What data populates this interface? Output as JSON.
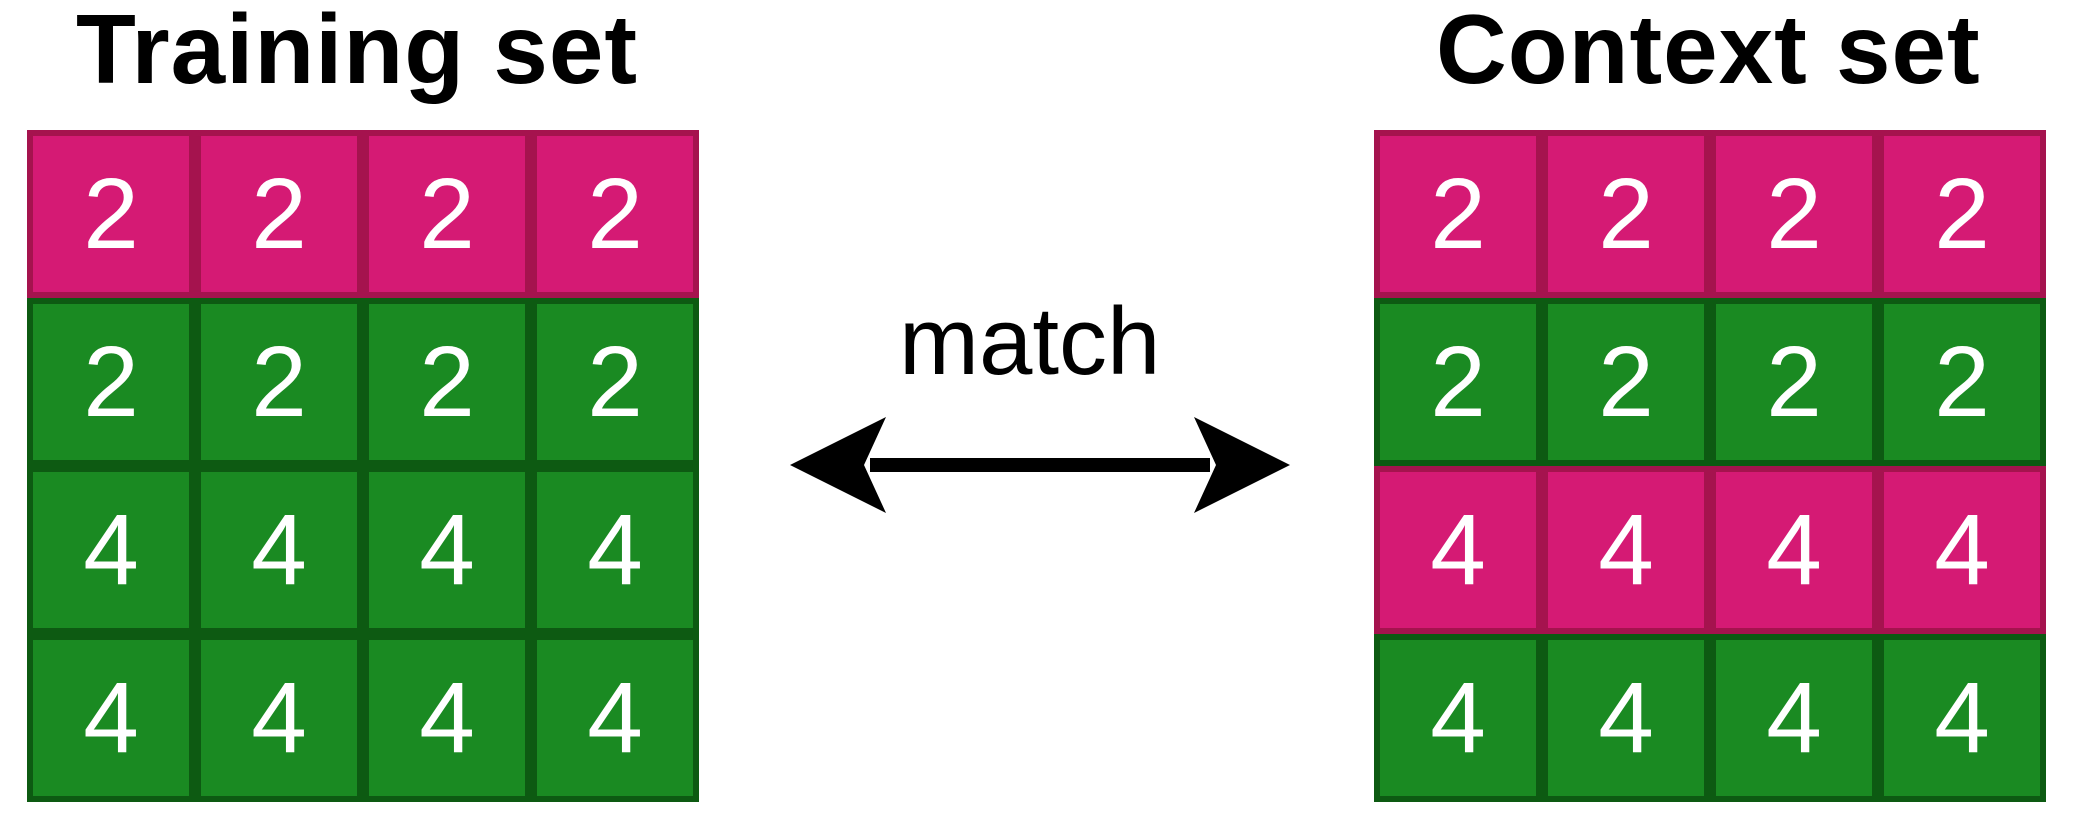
{
  "training_set": {
    "title": "Training set",
    "rows": [
      {
        "color": "#d51a74",
        "cells": [
          "2",
          "2",
          "2",
          "2"
        ]
      },
      {
        "color": "#1a8a22",
        "cells": [
          "2",
          "2",
          "2",
          "2"
        ]
      },
      {
        "color": "#1a8a22",
        "cells": [
          "4",
          "4",
          "4",
          "4"
        ]
      },
      {
        "color": "#1a8a22",
        "cells": [
          "4",
          "4",
          "4",
          "4"
        ]
      }
    ]
  },
  "arrow": {
    "label": "match",
    "icon": "double-headed-arrow-icon"
  },
  "context_set": {
    "title": "Context set",
    "rows": [
      {
        "color": "#d51a74",
        "cells": [
          "2",
          "2",
          "2",
          "2"
        ]
      },
      {
        "color": "#1a8a22",
        "cells": [
          "2",
          "2",
          "2",
          "2"
        ]
      },
      {
        "color": "#d51a74",
        "cells": [
          "4",
          "4",
          "4",
          "4"
        ]
      },
      {
        "color": "#1a8a22",
        "cells": [
          "4",
          "4",
          "4",
          "4"
        ]
      }
    ]
  },
  "colors": {
    "pink": "#d51a74",
    "green": "#1a8a22",
    "digit": "#ffffff"
  }
}
